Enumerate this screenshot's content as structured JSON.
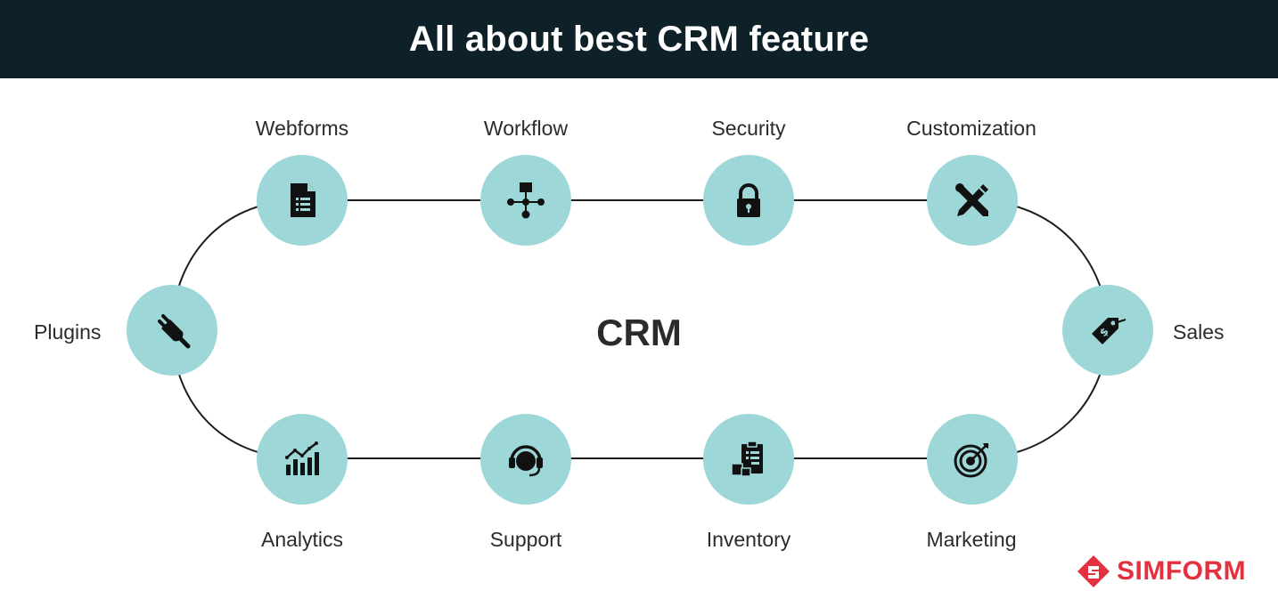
{
  "header": {
    "title": "All about best CRM feature"
  },
  "diagram": {
    "center_label": "CRM",
    "features": {
      "webforms": "Webforms",
      "workflow": "Workflow",
      "security": "Security",
      "customization": "Customization",
      "plugins": "Plugins",
      "sales": "Sales",
      "analytics": "Analytics",
      "support": "Support",
      "inventory": "Inventory",
      "marketing": "Marketing"
    },
    "icons": {
      "webforms": "document-form-icon",
      "workflow": "workflow-icon",
      "security": "padlock-icon",
      "customization": "pencil-wrench-icon",
      "plugins": "plug-icon",
      "sales": "price-tag-icon",
      "analytics": "bar-chart-trend-icon",
      "support": "headset-icon",
      "inventory": "clipboard-boxes-icon",
      "marketing": "target-dart-icon"
    },
    "colors": {
      "node_fill": "#9ed7d8",
      "header_bg": "#0f2128",
      "brand": "#e4313f"
    }
  },
  "brand": {
    "name": "SIMFORM"
  }
}
